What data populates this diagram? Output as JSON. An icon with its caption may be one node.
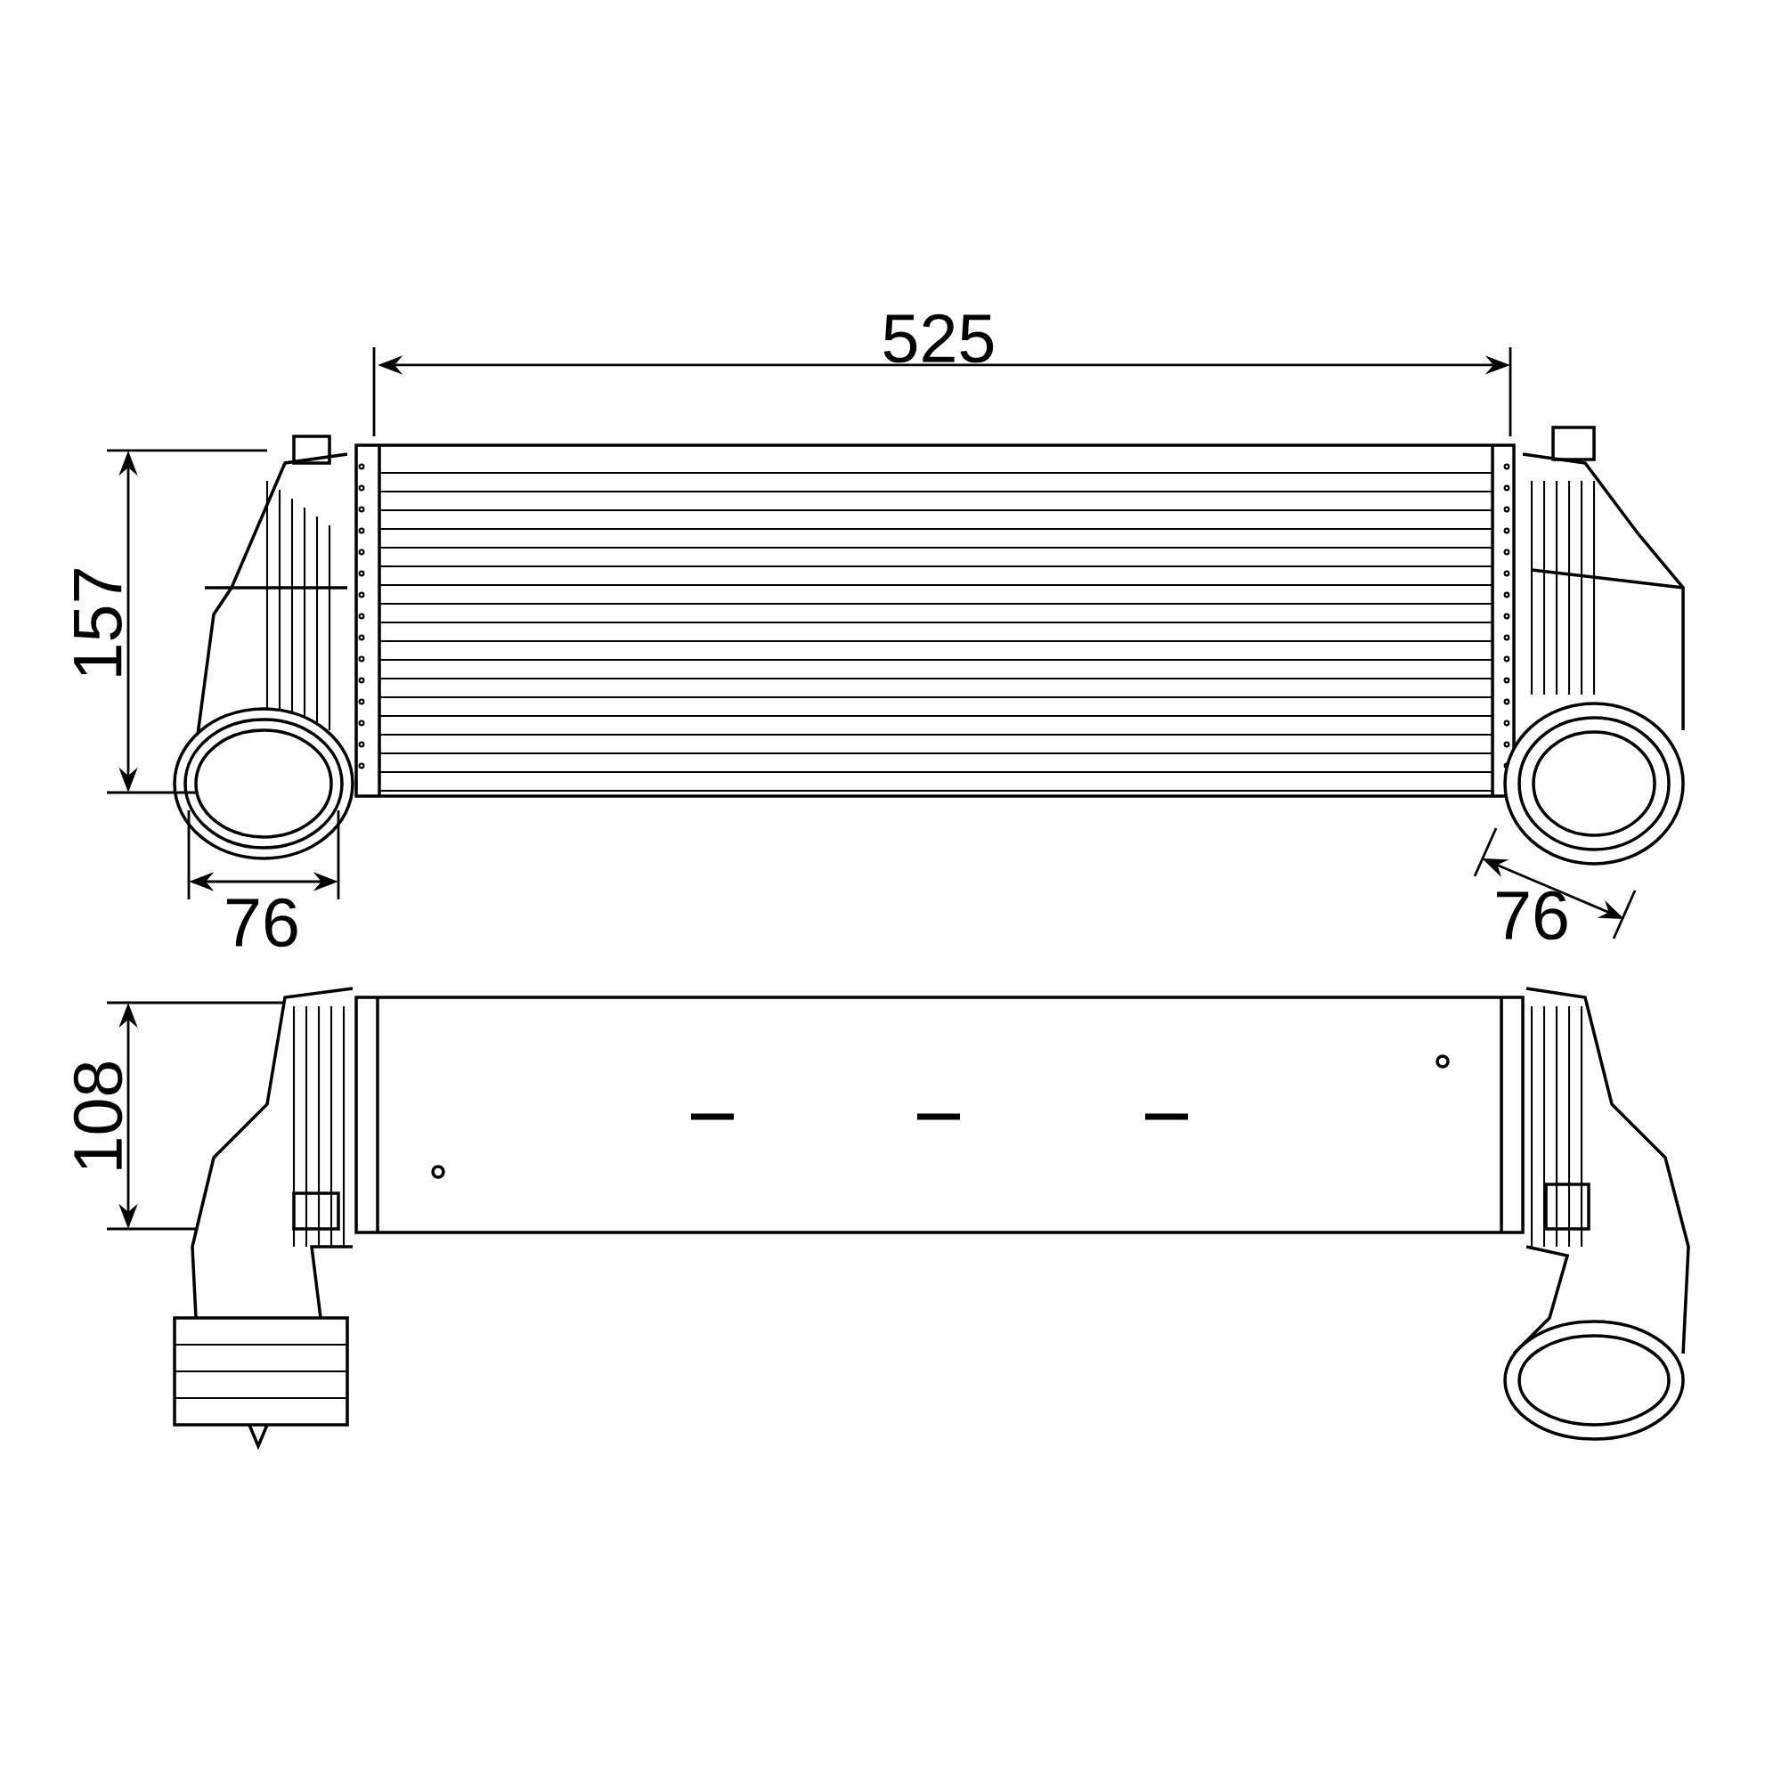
{
  "diagram": {
    "labels": [
      "525",
      "157",
      "76",
      "76",
      "108"
    ]
  }
}
